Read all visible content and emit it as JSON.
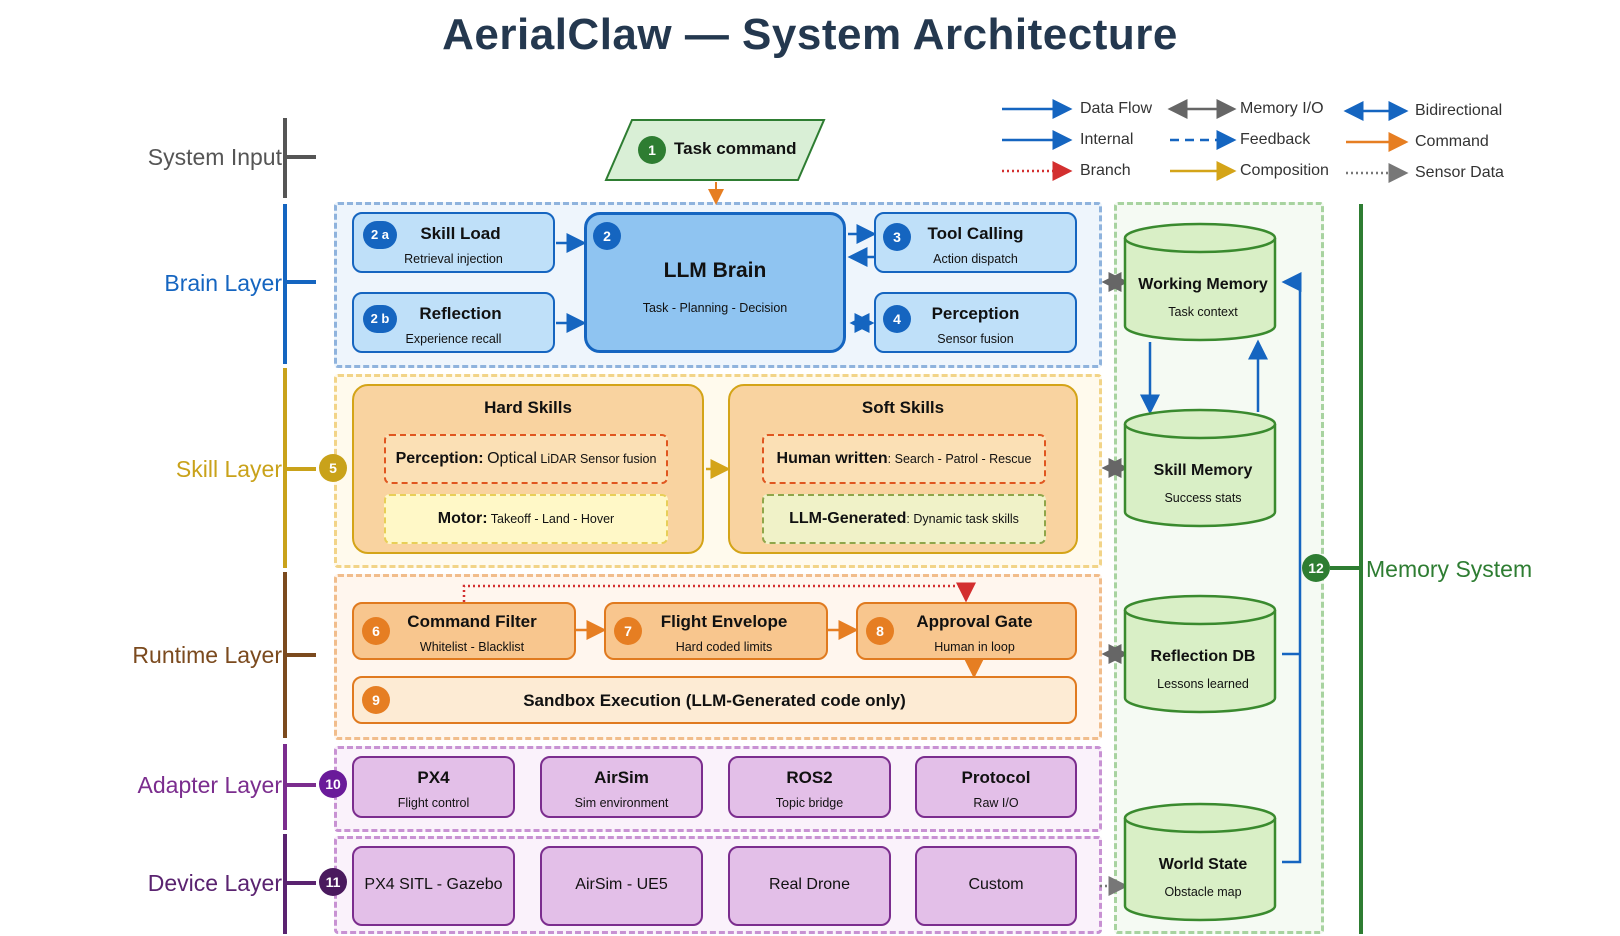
{
  "title": "AerialClaw — System Architecture",
  "legend": [
    {
      "label": "Data Flow",
      "color": "#1565c0",
      "style": "solid",
      "heads": "end"
    },
    {
      "label": "Memory I/O",
      "color": "#666666",
      "style": "solid",
      "heads": "both"
    },
    {
      "label": "Bidirectional",
      "color": "#1565c0",
      "style": "solid",
      "heads": "both"
    },
    {
      "label": "Internal",
      "color": "#1565c0",
      "style": "solid",
      "heads": "end"
    },
    {
      "label": "Feedback",
      "color": "#1565c0",
      "style": "dashed",
      "heads": "end"
    },
    {
      "label": "Command",
      "color": "#e67e22",
      "style": "solid",
      "heads": "end"
    },
    {
      "label": "Branch",
      "color": "#d32f2f",
      "style": "dotted",
      "heads": "end"
    },
    {
      "label": "Composition",
      "color": "#d4a418",
      "style": "solid",
      "heads": "end"
    },
    {
      "label": "Sensor Data",
      "color": "#777777",
      "style": "dotted",
      "heads": "end"
    }
  ],
  "layers": {
    "system_input": "System Input",
    "brain": "Brain Layer",
    "skill": "Skill Layer",
    "runtime": "Runtime Layer",
    "adapter": "Adapter Layer",
    "device": "Device Layer",
    "memory": "Memory System"
  },
  "input": {
    "badge": "1",
    "label": "Task command"
  },
  "brain": {
    "skill_load": {
      "badge": "2 a",
      "title": "Skill Load",
      "sub": "Retrieval injection"
    },
    "reflection": {
      "badge": "2 b",
      "title": "Reflection",
      "sub": "Experience recall"
    },
    "llm": {
      "badge": "2",
      "title": "LLM Brain",
      "sub": "Task - Planning - Decision"
    },
    "tool_calling": {
      "badge": "3",
      "title": "Tool Calling",
      "sub": "Action dispatch"
    },
    "perception": {
      "badge": "4",
      "title": "Perception",
      "sub": "Sensor fusion"
    }
  },
  "skills": {
    "badge": "5",
    "hard": {
      "title": "Hard Skills",
      "perception_label": "Perception:",
      "perception_value": "Optical",
      "perception_detail": "LiDAR Sensor fusion",
      "motor_label": "Motor:",
      "motor_detail": "Takeoff - Land - Hover"
    },
    "soft": {
      "title": "Soft Skills",
      "human_label": "Human written",
      "human_detail": ": Search - Patrol - Rescue",
      "llm_label": "LLM-Generated",
      "llm_detail": ": Dynamic task skills"
    }
  },
  "runtime": {
    "command_filter": {
      "badge": "6",
      "title": "Command Filter",
      "sub": "Whitelist - Blacklist"
    },
    "flight_envelope": {
      "badge": "7",
      "title": "Flight Envelope",
      "sub": "Hard coded limits"
    },
    "approval_gate": {
      "badge": "8",
      "title": "Approval Gate",
      "sub": "Human in loop"
    },
    "sandbox": {
      "badge": "9",
      "title": "Sandbox Execution (LLM-Generated code only)"
    }
  },
  "adapter": {
    "badge": "10",
    "items": [
      {
        "title": "PX4",
        "sub": "Flight control"
      },
      {
        "title": "AirSim",
        "sub": "Sim environment"
      },
      {
        "title": "ROS2",
        "sub": "Topic bridge"
      },
      {
        "title": "Protocol",
        "sub": "Raw I/O"
      }
    ]
  },
  "device": {
    "badge": "11",
    "items": [
      "PX4 SITL - Gazebo",
      "AirSim - UE5",
      "Real Drone",
      "Custom"
    ]
  },
  "memory": {
    "badge": "12",
    "stores": [
      {
        "title": "Working Memory",
        "sub": "Task context"
      },
      {
        "title": "Skill Memory",
        "sub": "Success stats"
      },
      {
        "title": "Reflection DB",
        "sub": "Lessons learned"
      },
      {
        "title": "World State",
        "sub": "Obstacle map"
      }
    ]
  },
  "colors": {
    "brain": "#1565c0",
    "skill": "#c9a21a",
    "runtime": "#7b4a1e",
    "adapter": "#7b2d8e",
    "device": "#5a2370",
    "memory": "#2e7d32",
    "input": "#555555"
  }
}
